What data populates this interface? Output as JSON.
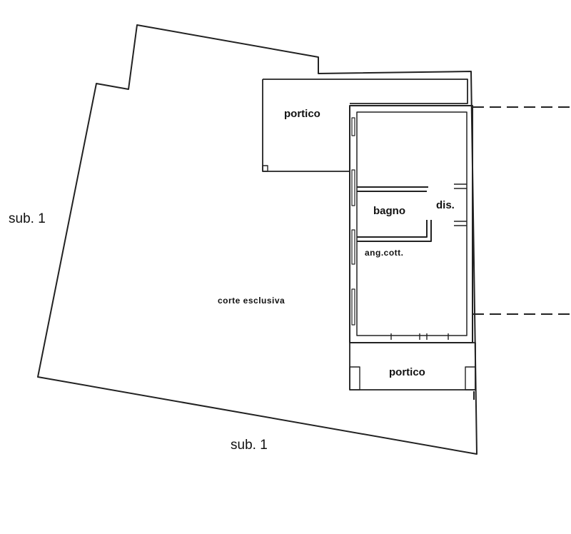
{
  "labels": {
    "sub_left": "sub. 1",
    "sub_bottom": "sub. 1",
    "portico_top": "portico",
    "portico_bottom": "portico",
    "bagno": "bagno",
    "dis": "dis.",
    "ang_cott": "ang.cott.",
    "corte": "corte esclusiva"
  },
  "colors": {
    "ink": "#111111",
    "wall": "#2a2a2a",
    "paper": "#ffffff"
  }
}
